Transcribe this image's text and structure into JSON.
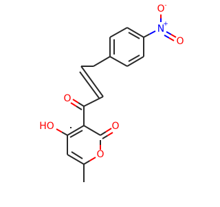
{
  "molecule": {
    "colors": {
      "bond": "#2a2a2a",
      "oxygen": "#ff0000",
      "nitrogen": "#0000ff",
      "carbon_text": "#2a2a2a",
      "background": "#ffffff"
    },
    "labels": {
      "nitro_n": "N",
      "nitro_n_charge": "+",
      "nitro_o_top": "O",
      "nitro_o_top_charge": "-",
      "nitro_o_right": "O",
      "ketone_o": "O",
      "hydroxyl": "HO",
      "lactone_carbonyl_o": "O",
      "ring_o": "O"
    }
  }
}
